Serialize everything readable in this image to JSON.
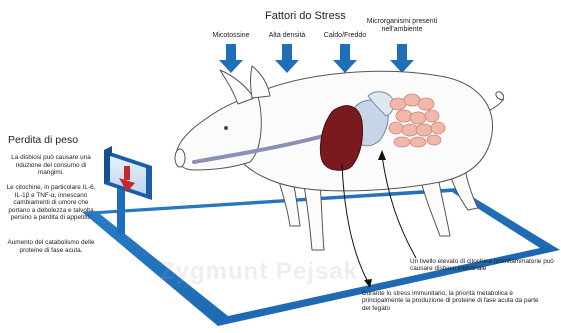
{
  "title": "Fattori do Stress",
  "stressors": [
    {
      "label": "Micotossine"
    },
    {
      "label": "Alta densità"
    },
    {
      "label": "Caldo/Freddo"
    },
    {
      "label": "Microrganismi presenti nell'ambiente"
    }
  ],
  "side_panel": {
    "title": "Perdita di peso",
    "p1": "La disbiosi può causare una riduzione del consumo di mangimi.",
    "p2": "Le citochine, in particolare IL-6, IL-1β e TNF-α, innescano cambiamenti di umore che portano a debolezza e talvolta persino a perdita di appetito.",
    "p3": "Aumento del catabolismo delle proteine di fase acuta."
  },
  "notes": {
    "cytokines": "Un livello elevato di citochine proinfiammatorie può causare disbiosi intestinale",
    "liver": "Durante lo stress immunitario, la priorità metabolica è principalmente la produzione di proteine di fase acuta da parte del fegato"
  },
  "watermark": "Zygmunt Pejsak",
  "colors": {
    "arrow": "#1f6fb8",
    "floor": "#1f6fb8",
    "liver": "#7a1a1e",
    "scale_arrow": "#c4282a",
    "pig_outline": "#555555"
  }
}
